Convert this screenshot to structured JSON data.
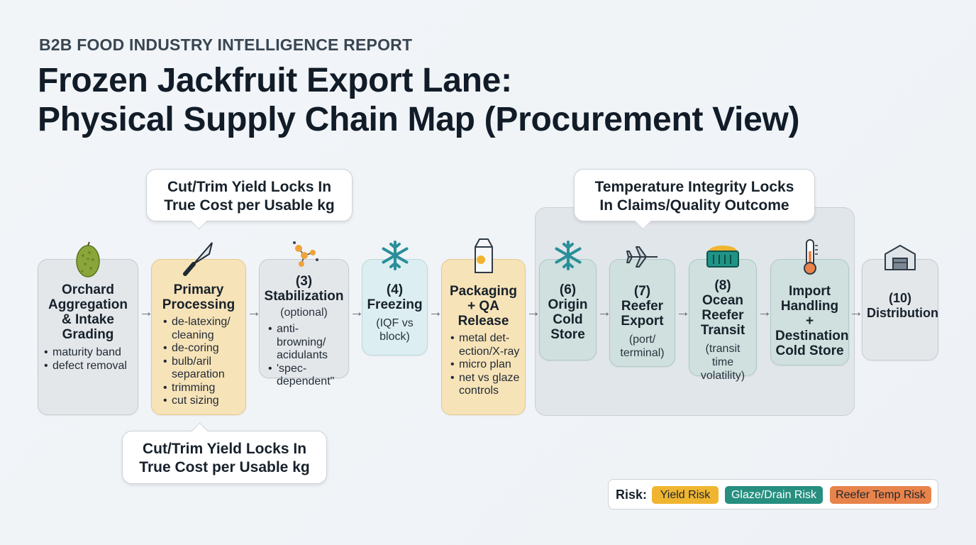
{
  "header": {
    "kicker": "B2B FOOD INDUSTRY INTELLIGENCE REPORT",
    "title_line1": "Frozen Jackfruit Export Lane:",
    "title_line2": "Physical Supply Chain Map (Procurement View)"
  },
  "callouts": {
    "yield_top": [
      "Cut/Trim Yield Locks In",
      "True Cost per Usable kg"
    ],
    "yield_bottom": [
      "Cut/Trim Yield Locks In",
      "True Cost per Usable kg"
    ],
    "temperature": [
      "Temperature Integrity Locks",
      "In Claims/Quality Outcome"
    ]
  },
  "stages": {
    "s1": {
      "name": "Orchard Aggregation & Intake Grading",
      "bullets": [
        "maturity band",
        "defect removal"
      ]
    },
    "s2": {
      "name": "Primary Processing",
      "bullets": [
        "de-latexing/ cleaning",
        "de-coring",
        "bulb/aril separation",
        "trimming",
        "cut sizing"
      ]
    },
    "s3": {
      "name": "(3) Stabilization",
      "sub": "(optional)",
      "bullets": [
        "anti-browning/ acidulants",
        "'spec-dependent\""
      ]
    },
    "s4": {
      "name": "(4) Freezing",
      "sub": "(IQF vs block)"
    },
    "s5": {
      "name": "Packaging + QA Release",
      "bullets": [
        "metal det-ection/X-ray",
        "micro plan",
        "net vs glaze controls"
      ]
    },
    "s6": {
      "name": "(6) Origin Cold Store"
    },
    "s7": {
      "name": "(7) Reefer Export",
      "sub": "(port/ terminal)"
    },
    "s8": {
      "name": "(8) Ocean Reefer Transit",
      "sub": "(transit time volatility)"
    },
    "s9": {
      "name": "Import Handling + Destination Cold Store"
    },
    "s10": {
      "name": "(10) Distribution"
    }
  },
  "icons": [
    "jackfruit-icon",
    "knife-icon",
    "molecule-icon",
    "snowflake-icon",
    "milk-carton-icon",
    "snowflake-icon",
    "airplane-icon",
    "reefer-container-icon",
    "thermometer-icon",
    "warehouse-icon"
  ],
  "legend": {
    "label": "Risk:",
    "items": [
      {
        "label": "Yield Risk",
        "color": "#f0b530"
      },
      {
        "label": "Glaze/Drain Risk",
        "color": "#268f80"
      },
      {
        "label": "Reefer Temp Risk",
        "color": "#e8834a"
      }
    ]
  },
  "colors": {
    "processing": "#f7e3b8",
    "freezing": "#dceef1",
    "cold_chain": "#cfe0de",
    "neutral": "#e4e7ea"
  }
}
